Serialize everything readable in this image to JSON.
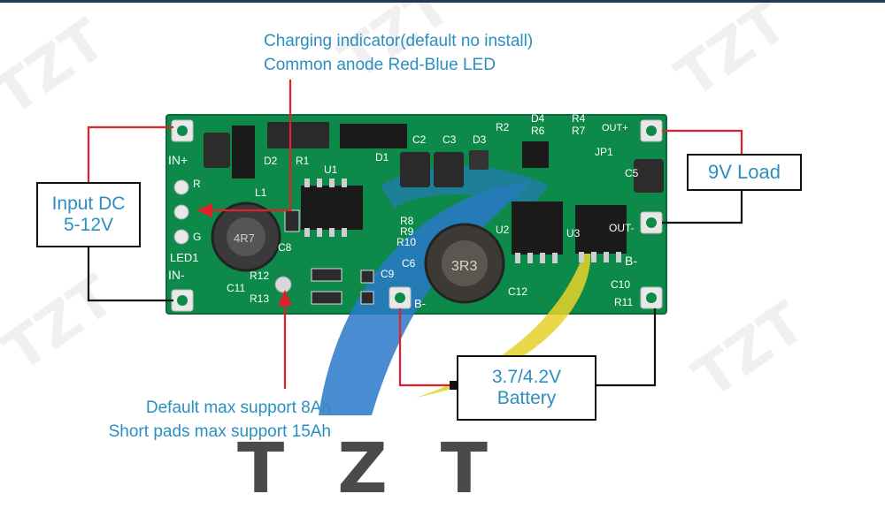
{
  "annotations": {
    "charging_line1": "Charging indicator(default no install)",
    "charging_line2": "Common anode Red-Blue LED",
    "support_line1": "Default max support 8Ah",
    "support_line2": "Short pads max support 15Ah"
  },
  "boxes": {
    "input_line1": "Input DC",
    "input_line2": "5-12V",
    "load": "9V Load",
    "battery_line1": "3.7/4.2V",
    "battery_line2": "Battery"
  },
  "board": {
    "color": "#0d8a4a",
    "labels": {
      "in_plus": "IN+",
      "in_minus": "IN-",
      "out_plus": "OUT+",
      "out_minus": "OUT-",
      "b_minus": "B-",
      "b_minus2": "B-",
      "led1": "LED1",
      "r": "R",
      "g": "G",
      "l1": "L1",
      "u1": "U1",
      "u2": "U2",
      "u3": "U3",
      "d1": "D1",
      "d2": "D2",
      "d3": "D3",
      "d4": "D4",
      "r1": "R1",
      "r2": "R2",
      "r4": "R4",
      "r6": "R6",
      "r7": "R7",
      "r8": "R8",
      "r9": "R9",
      "r10": "R10",
      "r11": "R11",
      "r12": "R12",
      "r13": "R13",
      "c2": "C2",
      "c3": "C3",
      "c5": "C5",
      "c6": "C6",
      "c8": "C8",
      "c9": "C9",
      "c10": "C10",
      "c11": "C11",
      "c12": "C12",
      "jp1": "JP1",
      "inductor_main": "3R3",
      "inductor_small": "4R7"
    }
  },
  "watermark": {
    "brand": "TZT"
  },
  "colors": {
    "annotation_text": "#2b8fc0",
    "wire_red": "#e0202a",
    "wire_black": "#111111",
    "logo_blue": "#2a79c9",
    "logo_yellow": "#e8d22a"
  }
}
